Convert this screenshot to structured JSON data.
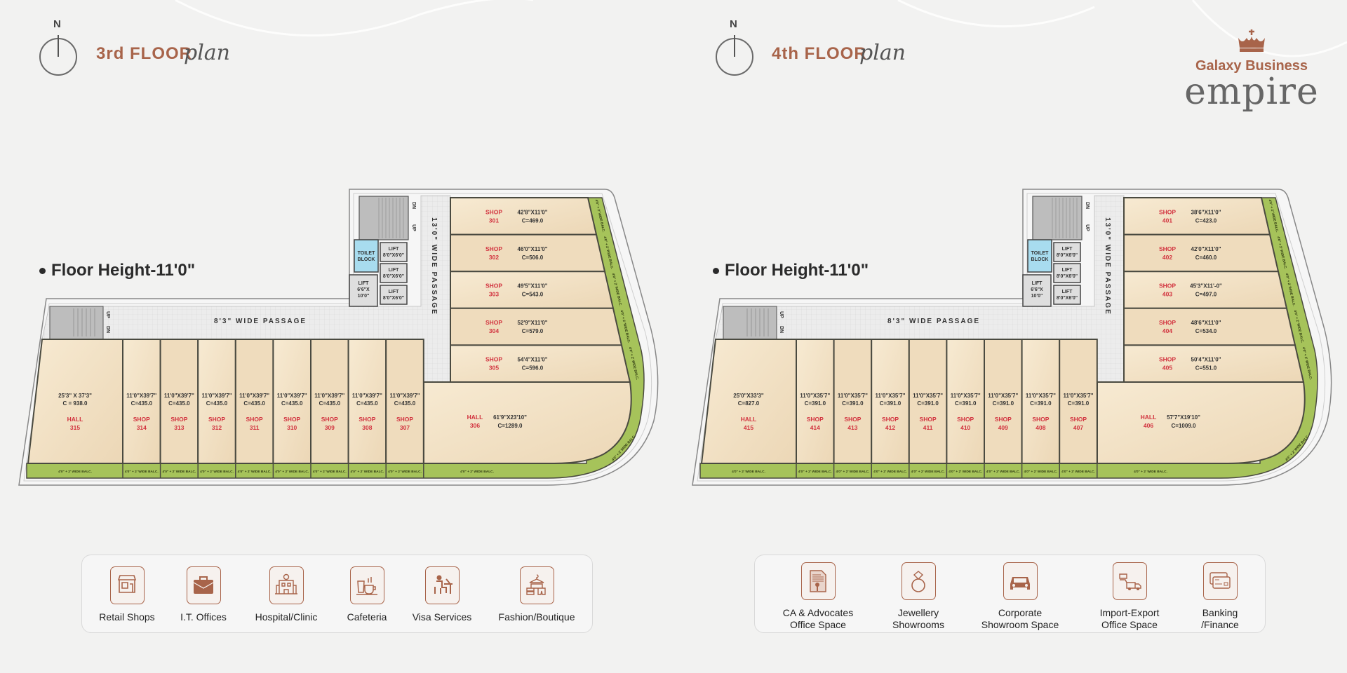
{
  "brand": {
    "name_top": "Galaxy Business",
    "name_main": "empire"
  },
  "floors": [
    {
      "compass": "N",
      "title": "3rd FLOOR",
      "title_script": "plan",
      "floor_height": "Floor Height-11'0\"",
      "passage_h": "8'3\" WIDE PASSAGE",
      "passage_v": "13'0\" WIDE PASSAGE",
      "stair_up": "UP",
      "stair_dn": "DN",
      "toilet": [
        "TOILET",
        "BLOCK"
      ],
      "lift_label": "LIFT",
      "lift_size": "8'0\"X6'0\"",
      "big_lift": [
        "LIFT",
        "6'6\"X",
        "10'0\""
      ],
      "balcony_label": "4'0\" + 2' WIDE BALC.",
      "right_units": [
        {
          "type": "SHOP",
          "no": "301",
          "dim": "42'8\"X11'0\"",
          "area": "C=469.0"
        },
        {
          "type": "SHOP",
          "no": "302",
          "dim": "46'0\"X11'0\"",
          "area": "C=506.0"
        },
        {
          "type": "SHOP",
          "no": "303",
          "dim": "49'5\"X11'0\"",
          "area": "C=543.0"
        },
        {
          "type": "SHOP",
          "no": "304",
          "dim": "52'9\"X11'0\"",
          "area": "C=579.0"
        },
        {
          "type": "SHOP",
          "no": "305",
          "dim": "54'4\"X11'0\"",
          "area": "C=596.0"
        }
      ],
      "corner_hall": {
        "type": "HALL",
        "no": "306",
        "dim": "61'9\"X23'10\"",
        "area": "C=1289.0"
      },
      "left_hall": {
        "type": "HALL",
        "no": "315",
        "dim": "25'3\" X 37'3\"",
        "area": "C = 938.0"
      },
      "row_units": [
        {
          "type": "SHOP",
          "no": "314",
          "dim": "11'0\"X39'7\"",
          "area": "C=435.0"
        },
        {
          "type": "SHOP",
          "no": "313",
          "dim": "11'0\"X39'7\"",
          "area": "C=435.0"
        },
        {
          "type": "SHOP",
          "no": "312",
          "dim": "11'0\"X39'7\"",
          "area": "C=435.0"
        },
        {
          "type": "SHOP",
          "no": "311",
          "dim": "11'0\"X39'7\"",
          "area": "C=435.0"
        },
        {
          "type": "SHOP",
          "no": "310",
          "dim": "11'0\"X39'7\"",
          "area": "C=435.0"
        },
        {
          "type": "SHOP",
          "no": "309",
          "dim": "11'0\"X39'7\"",
          "area": "C=435.0"
        },
        {
          "type": "SHOP",
          "no": "308",
          "dim": "11'0\"X39'7\"",
          "area": "C=435.0"
        },
        {
          "type": "SHOP",
          "no": "307",
          "dim": "11'0\"X39'7\"",
          "area": "C=435.0"
        }
      ],
      "legend": [
        {
          "icon": "storefront-icon",
          "lines": [
            "Retail Shops"
          ]
        },
        {
          "icon": "briefcase-icon",
          "lines": [
            "I.T. Offices"
          ]
        },
        {
          "icon": "hospital-icon",
          "lines": [
            "Hospital/Clinic"
          ]
        },
        {
          "icon": "coffee-cup-icon",
          "lines": [
            "Cafeteria"
          ]
        },
        {
          "icon": "person-at-desk-icon",
          "lines": [
            "Visa Services"
          ]
        },
        {
          "icon": "clothes-hanger-icon",
          "lines": [
            "Fashion/Boutique"
          ]
        }
      ]
    },
    {
      "compass": "N",
      "title": "4th FLOOR",
      "title_script": "plan",
      "floor_height": "Floor Height-11'0\"",
      "passage_h": "8'3\" WIDE PASSAGE",
      "passage_v": "13'0\" WIDE PASSAGE",
      "stair_up": "UP",
      "stair_dn": "DN",
      "toilet": [
        "TOILET",
        "BLOCK"
      ],
      "lift_label": "LIFT",
      "lift_size": "8'0\"X6'0\"",
      "big_lift": [
        "LIFT",
        "6'6\"X",
        "10'0\""
      ],
      "balcony_label": "4'0\" + 2' WIDE BALC.",
      "right_units": [
        {
          "type": "SHOP",
          "no": "401",
          "dim": "38'6\"X11'0\"",
          "area": "C=423.0"
        },
        {
          "type": "SHOP",
          "no": "402",
          "dim": "42'0\"X11'0\"",
          "area": "C=460.0"
        },
        {
          "type": "SHOP",
          "no": "403",
          "dim": "45'3\"X11'-0\"",
          "area": "C=497.0"
        },
        {
          "type": "SHOP",
          "no": "404",
          "dim": "48'6\"X11'0\"",
          "area": "C=534.0"
        },
        {
          "type": "SHOP",
          "no": "405",
          "dim": "50'4\"X11'0\"",
          "area": "C=551.0"
        }
      ],
      "corner_hall": {
        "type": "HALL",
        "no": "406",
        "dim": "57'7\"X19'10\"",
        "area": "C=1009.0"
      },
      "left_hall": {
        "type": "HALL",
        "no": "415",
        "dim": "25'0\"X33'3\"",
        "area": "C=827.0"
      },
      "row_units": [
        {
          "type": "SHOP",
          "no": "414",
          "dim": "11'0\"X35'7\"",
          "area": "C=391.0"
        },
        {
          "type": "SHOP",
          "no": "413",
          "dim": "11'0\"X35'7\"",
          "area": "C=391.0"
        },
        {
          "type": "SHOP",
          "no": "412",
          "dim": "11'0\"X35'7\"",
          "area": "C=391.0"
        },
        {
          "type": "SHOP",
          "no": "411",
          "dim": "11'0\"X35'7\"",
          "area": "C=391.0"
        },
        {
          "type": "SHOP",
          "no": "410",
          "dim": "11'0\"X35'7\"",
          "area": "C=391.0"
        },
        {
          "type": "SHOP",
          "no": "409",
          "dim": "11'0\"X35'7\"",
          "area": "C=391.0"
        },
        {
          "type": "SHOP",
          "no": "408",
          "dim": "11'0\"X35'7\"",
          "area": "C=391.0"
        },
        {
          "type": "SHOP",
          "no": "407",
          "dim": "11'0\"X35'7\"",
          "area": "C=391.0"
        }
      ],
      "legend": [
        {
          "icon": "legal-document-icon",
          "lines": [
            "CA & Advocates",
            "Office Space"
          ]
        },
        {
          "icon": "diamond-ring-icon",
          "lines": [
            "Jewellery",
            "Showrooms"
          ]
        },
        {
          "icon": "car-icon",
          "lines": [
            "Corporate",
            "Showroom Space"
          ]
        },
        {
          "icon": "cargo-truck-icon",
          "lines": [
            "Import-Export",
            "Office Space"
          ]
        },
        {
          "icon": "bank-card-icon",
          "lines": [
            "Banking",
            "/Finance"
          ]
        }
      ]
    }
  ],
  "colors": {
    "accent": "#a8644a",
    "unit": "#f1dfc2",
    "balcony": "#a6c35a",
    "toilet": "#a8dcef",
    "label_red": "#d2333f"
  }
}
